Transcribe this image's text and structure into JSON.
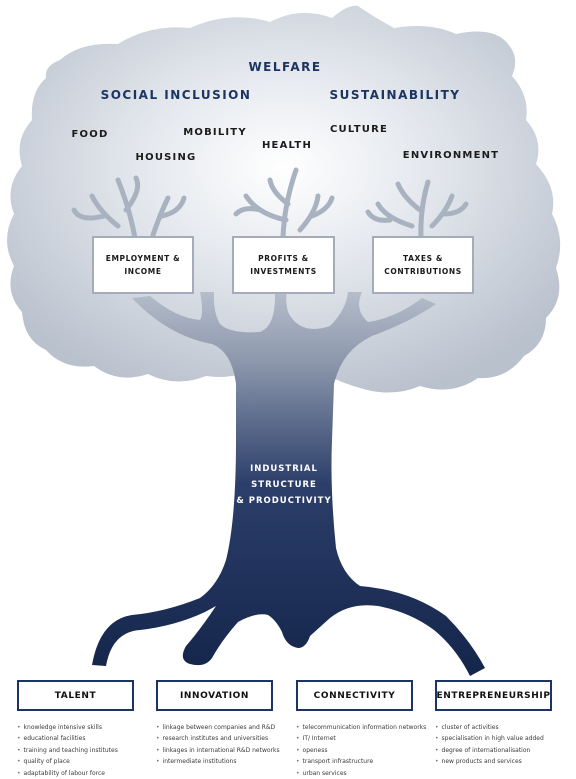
{
  "crown": {
    "title": "WELFARE",
    "themes": [
      "SOCIAL INCLUSION",
      "SUSTAINABILITY"
    ],
    "items": [
      "FOOD",
      "MOBILITY",
      "HOUSING",
      "HEALTH",
      "CULTURE",
      "ENVIRONMENT"
    ]
  },
  "branches": {
    "employment": "EMPLOYMENT &\nINCOME",
    "profits": "PROFITS &\nINVESTMENTS",
    "taxes": "TAXES &\nCONTRIBUTIONS"
  },
  "trunk": {
    "label": "INDUSTRIAL\nSTRUCTURE\n& PRODUCTIVITY"
  },
  "pillars": [
    {
      "title": "TALENT",
      "items": [
        "knowledge intensive skills",
        "educational facilities",
        "training and teaching institutes",
        "quality of place",
        "adaptability of labour force"
      ]
    },
    {
      "title": "INNOVATION",
      "items": [
        "linkage between companies and R&D",
        "research institutes and universities",
        "linkages in international R&D networks",
        "intermediate institutions"
      ]
    },
    {
      "title": "CONNECTIVITY",
      "items": [
        "telecommunication information networks",
        "IT/ Internet",
        "openess",
        "transport infrastructure",
        "urban services"
      ]
    },
    {
      "title": "ENTREPRENEURSHIP",
      "items": [
        "cluster of activities",
        "specialisation in high value added",
        "degree of internationalisation",
        "new products and services"
      ]
    }
  ],
  "colors": {
    "crown": "#c5ccd7",
    "navy": "#1c3461",
    "box_border": "#a3acb8"
  }
}
